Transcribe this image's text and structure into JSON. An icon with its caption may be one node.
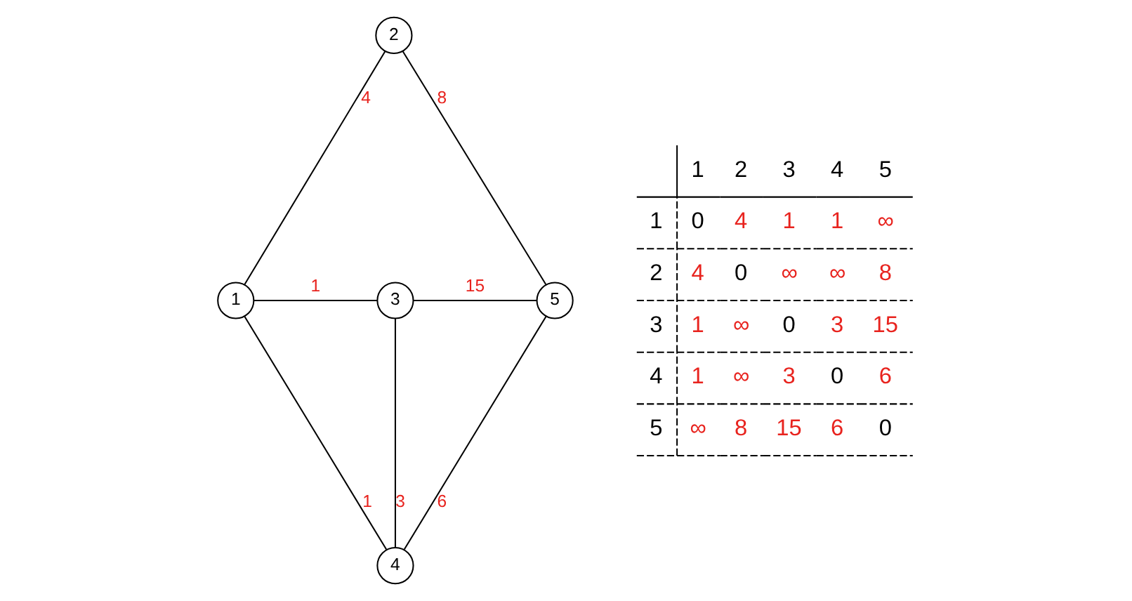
{
  "diagram": {
    "nodes": [
      {
        "text": [
          "2"
        ]
      },
      {
        "text": [
          "1"
        ]
      },
      {
        "text": [
          "3"
        ]
      },
      {
        "text": [
          "5"
        ]
      },
      {
        "text": [
          "4"
        ]
      }
    ],
    "edges": [
      {
        "from": 0,
        "to": 1,
        "arrow": "none",
        "label": "4"
      },
      {
        "from": 0,
        "to": 3,
        "arrow": "none",
        "label": "8"
      },
      {
        "from": 1,
        "to": 2,
        "arrow": "none",
        "label": "1"
      },
      {
        "from": 2,
        "to": 3,
        "arrow": "none",
        "label": "15"
      },
      {
        "from": 1,
        "to": 4,
        "arrow": "none",
        "label": "1"
      },
      {
        "from": 2,
        "to": 4,
        "arrow": "none",
        "label": "3"
      },
      {
        "from": 3,
        "to": 4,
        "arrow": "none",
        "label": "6"
      }
    ],
    "labels": [
      "1",
      "2",
      "3",
      "4",
      "5",
      "1",
      "0",
      "4",
      "1",
      "1",
      "∞",
      "2",
      "4",
      "0",
      "∞",
      "∞",
      "8",
      "3",
      "1",
      "∞",
      "0",
      "3",
      "15",
      "4",
      "1",
      "∞",
      "3",
      "0",
      "6",
      "5",
      "∞",
      "8",
      "15",
      "6",
      "0"
    ]
  }
}
